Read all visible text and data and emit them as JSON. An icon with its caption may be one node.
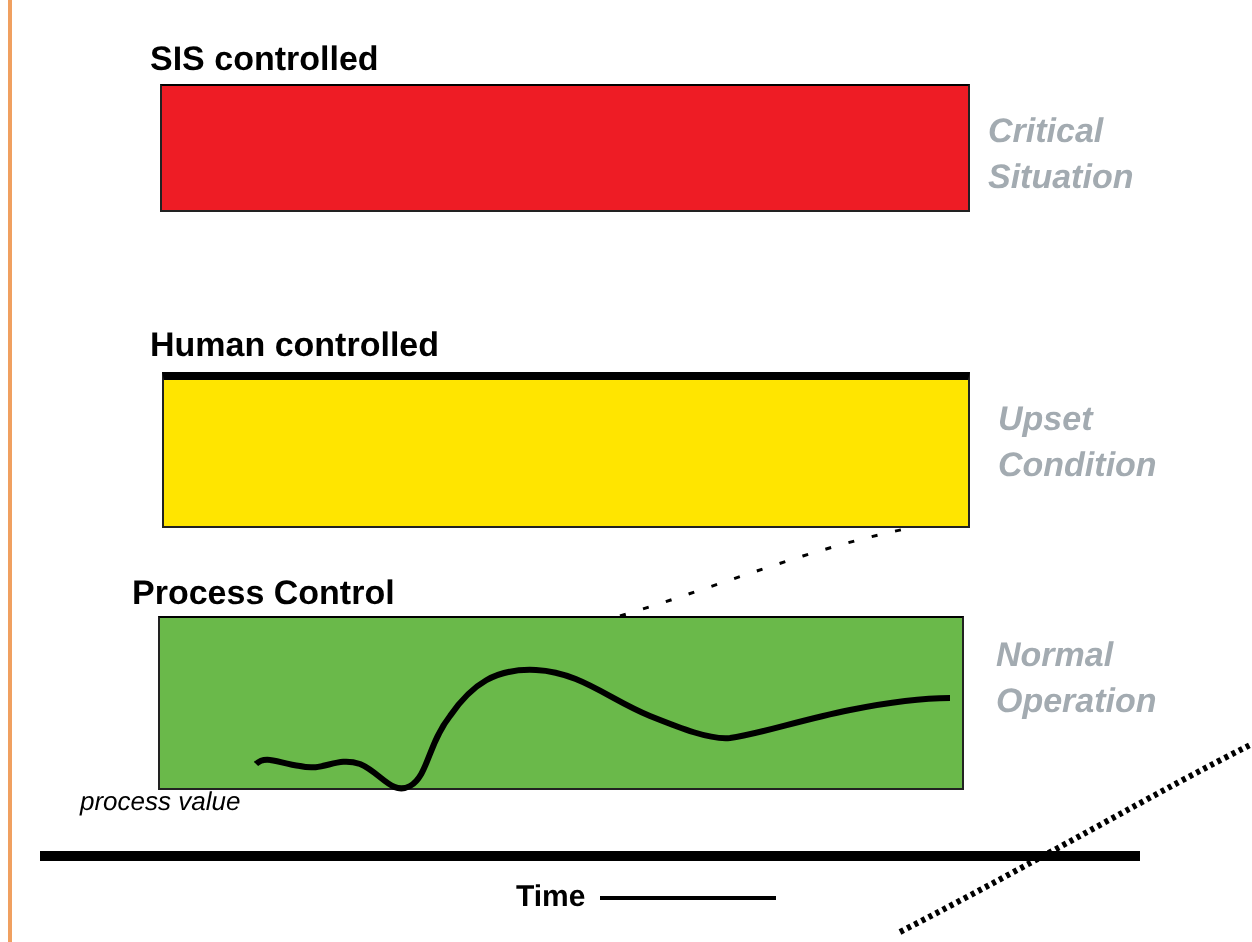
{
  "diagram": {
    "nodes": [
      {
        "text": [
          "SIS controlled"
        ],
        "beside": [
          "Critical Situation"
        ]
      },
      {
        "text": [
          "Human controlled"
        ],
        "beside": [
          "Upset Condition"
        ]
      },
      {
        "text": [
          "Process Control"
        ],
        "beside": [
          "Normal Operation"
        ]
      }
    ],
    "edges": [
      {
        "from": 2,
        "to": 1,
        "arrow": "none",
        "style": "dashed"
      }
    ],
    "labels": [
      "process value",
      "Time"
    ]
  }
}
